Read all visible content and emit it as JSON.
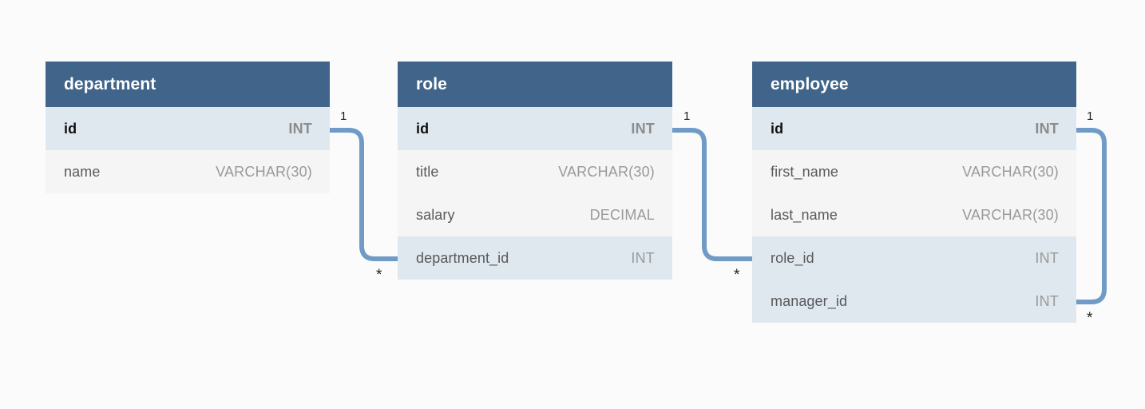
{
  "diagram": {
    "title": "employee-tracker-erd",
    "background_color": "#fbfbfb",
    "header_color": "#41658a",
    "key_row_color": "#dfe8ef",
    "row_color": "#f5f5f5",
    "connector_color": "#6f9bc6"
  },
  "entities": [
    {
      "name": "department",
      "fields": [
        {
          "name": "id",
          "type": "INT",
          "key": "PK"
        },
        {
          "name": "name",
          "type": "VARCHAR(30)",
          "key": ""
        }
      ]
    },
    {
      "name": "role",
      "fields": [
        {
          "name": "id",
          "type": "INT",
          "key": "PK"
        },
        {
          "name": "title",
          "type": "VARCHAR(30)",
          "key": ""
        },
        {
          "name": "salary",
          "type": "DECIMAL",
          "key": ""
        },
        {
          "name": "department_id",
          "type": "INT",
          "key": "FK"
        }
      ]
    },
    {
      "name": "employee",
      "fields": [
        {
          "name": "id",
          "type": "INT",
          "key": "PK"
        },
        {
          "name": "first_name",
          "type": "VARCHAR(30)",
          "key": ""
        },
        {
          "name": "last_name",
          "type": "VARCHAR(30)",
          "key": ""
        },
        {
          "name": "role_id",
          "type": "INT",
          "key": "FK"
        },
        {
          "name": "manager_id",
          "type": "INT",
          "key": "FK"
        }
      ]
    }
  ],
  "relationships": [
    {
      "from": "department.id",
      "to": "role.department_id",
      "from_cardinality": "1",
      "to_cardinality": "*"
    },
    {
      "from": "role.id",
      "to": "employee.role_id",
      "from_cardinality": "1",
      "to_cardinality": "*"
    },
    {
      "from": "employee.id",
      "to": "employee.manager_id",
      "from_cardinality": "1",
      "to_cardinality": "*"
    }
  ],
  "cardinality_labels": {
    "rel1_one": "1",
    "rel1_many": "*",
    "rel2_one": "1",
    "rel2_many": "*",
    "rel3_one": "1",
    "rel3_many": "*"
  }
}
